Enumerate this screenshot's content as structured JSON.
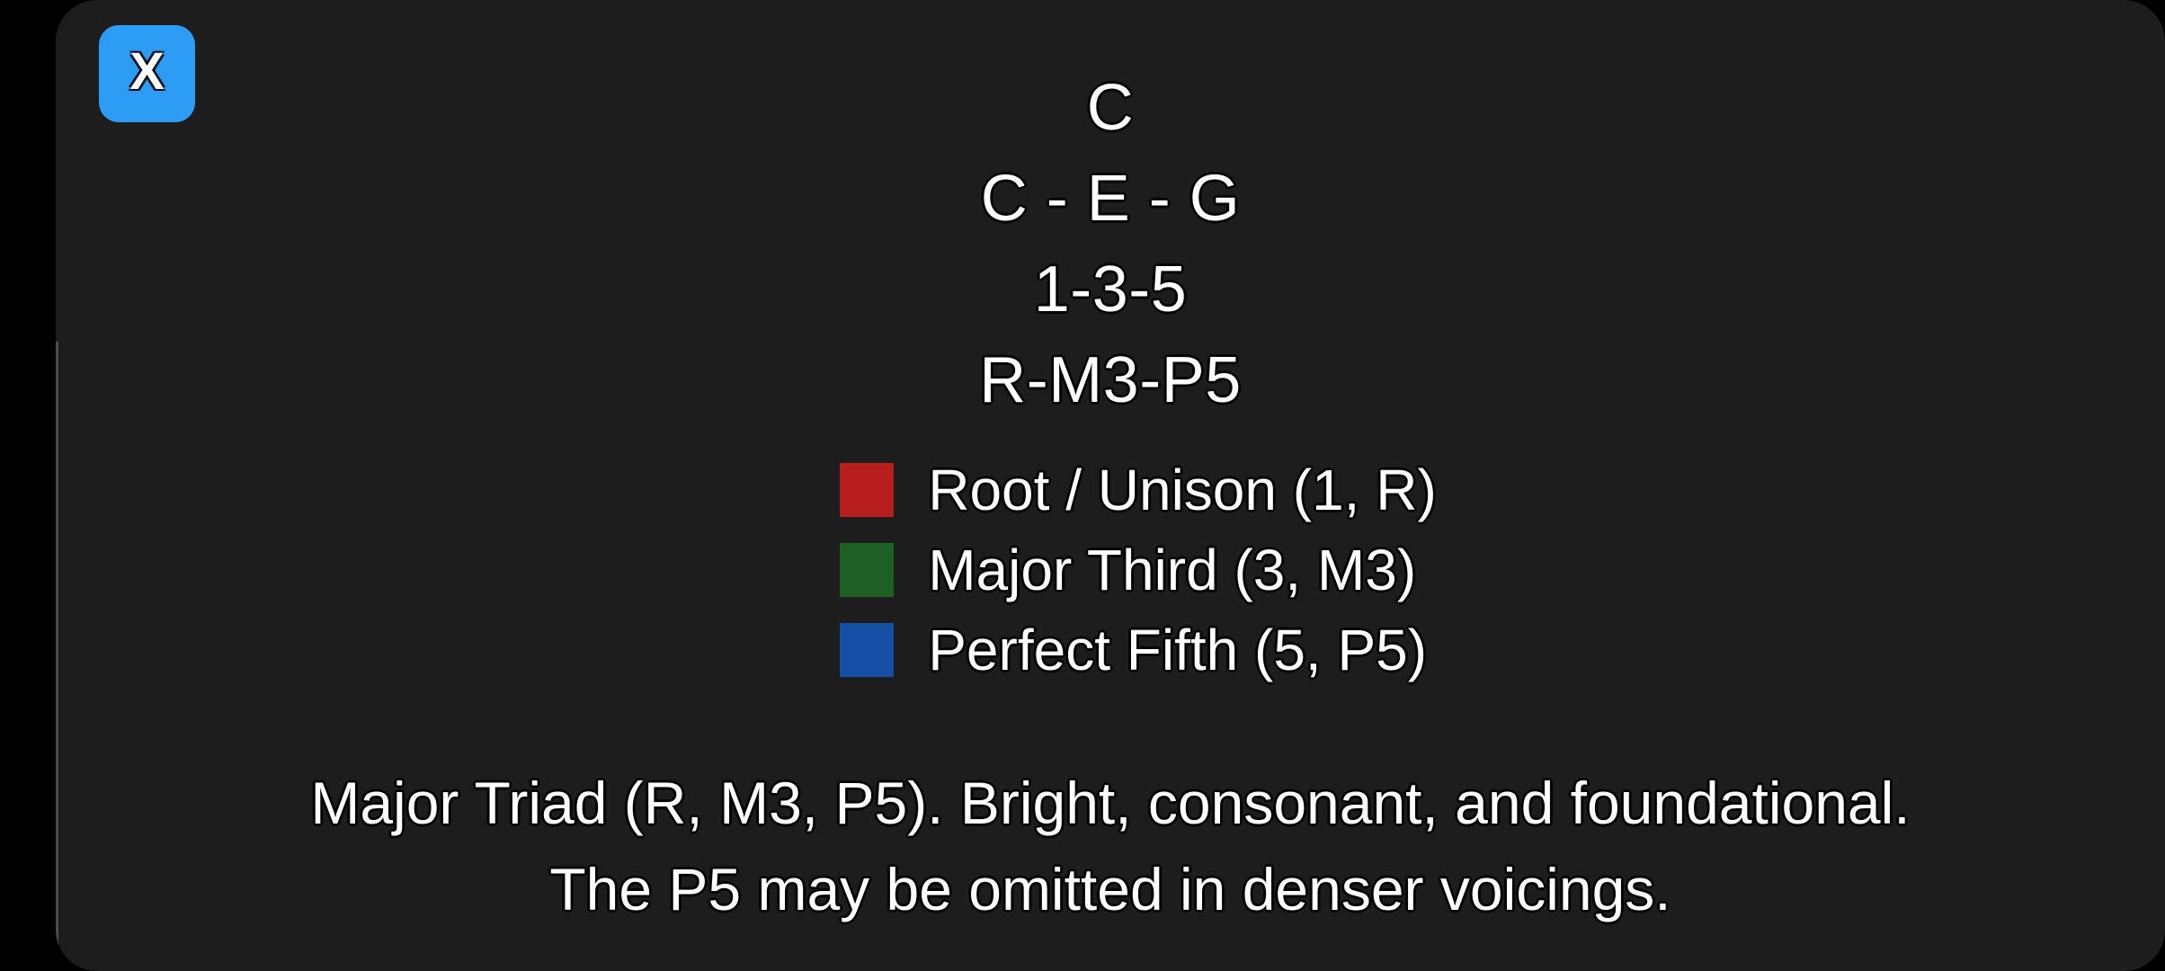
{
  "window": {
    "background_color": "#000000",
    "card_color": "#1d1d1d"
  },
  "close_button": {
    "label": "X",
    "icon": "close-icon",
    "color": "#2d9cf5"
  },
  "header": {
    "chord_name": "C",
    "notes": "C - E - G",
    "scale_degrees": "1-3-5",
    "intervals": "R-M3-P5"
  },
  "legend": {
    "items": [
      {
        "color": "#b71f1f",
        "label": "Root / Unison (1, R)"
      },
      {
        "color": "#1d5f24",
        "label": "Major Third (3, M3)"
      },
      {
        "color": "#144ea5",
        "label": "Perfect Fifth (5, P5)"
      }
    ]
  },
  "description": {
    "text": "Major Triad (R, M3, P5). Bright, consonant, and foundational. The P5 may be omitted in denser voicings."
  }
}
